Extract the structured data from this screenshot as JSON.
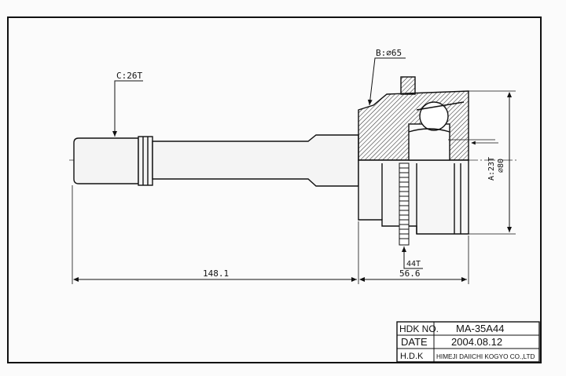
{
  "callouts": {
    "spline_c": "C:26T",
    "bell_b": "B:⌀65",
    "spline_a": "A:23T",
    "outer_dia": "⌀80",
    "abs_ring": "44T"
  },
  "dimensions": {
    "shaft_length": "148.1",
    "housing_length": "56.6"
  },
  "title_block": {
    "part_no_label": "HDK NO.",
    "part_no_value": "MA-35A44",
    "date_label": "DATE",
    "date_value": "2004.08.12",
    "maker_label": "H.D.K",
    "maker_value": "HIMEJI DAIICHI KOGYO CO.,LTD"
  }
}
